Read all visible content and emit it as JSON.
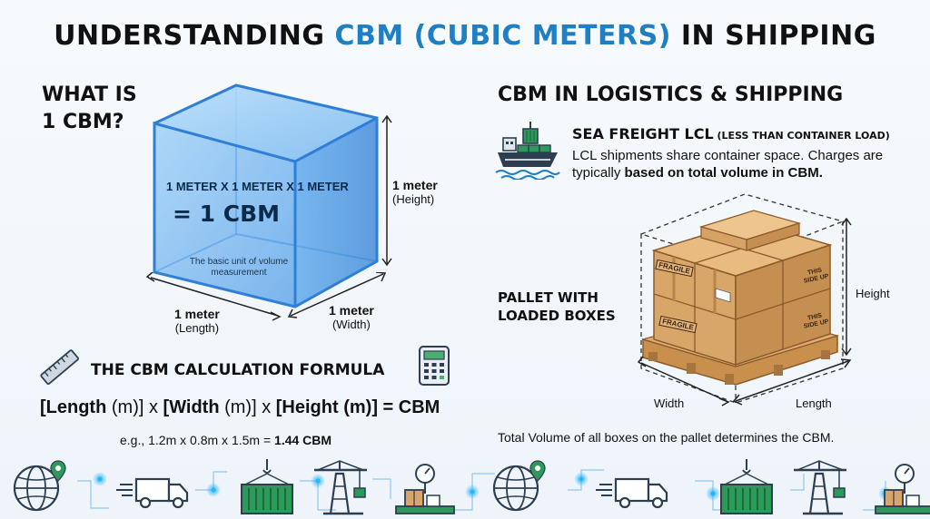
{
  "title": {
    "part1": "UNDERSTANDING ",
    "accent": "CBM (CUBIC METERS)",
    "part2": " IN SHIPPING"
  },
  "left": {
    "heading_line1": "WHAT IS",
    "heading_line2": "1 CBM?",
    "cube": {
      "dims_text": "1 METER X 1 METER X 1 METER",
      "equals_text": "= 1 CBM",
      "note": "The basic unit of volume measurement"
    },
    "height_label": "1 meter",
    "height_sub": "(Height)",
    "length_label": "1 meter",
    "length_sub": "(Length)",
    "width_label": "1 meter",
    "width_sub": "(Width)",
    "formula_title": "THE CBM CALCULATION FORMULA",
    "formula": {
      "p1": "[Length",
      "p2": " (m)] x ",
      "p3": "[Width",
      "p4": " (m)] x ",
      "p5": "[Height",
      "p6": " (m)] = CBM"
    },
    "example_prefix": "e.g., 1.2m x 0.8m x 1.5m = ",
    "example_result": "1.44 CBM"
  },
  "right": {
    "heading": "CBM IN LOGISTICS & SHIPPING",
    "sea_title": "SEA FREIGHT LCL",
    "sea_title_small": " (LESS THAN CONTAINER LOAD)",
    "sea_desc_plain": "LCL shipments share container space. Charges are typically ",
    "sea_desc_bold": "based on total volume in CBM.",
    "pallet_line1": "PALLET WITH",
    "pallet_line2": "LOADED BOXES",
    "height_label": "Height",
    "width_label": "Width",
    "length_label": "Length",
    "box_fragile1": "FRAGILE",
    "box_fragile2": "FRAGILE",
    "box_thisside1": "THIS SIDE UP",
    "box_thisside2": "THIS SIDE UP",
    "note": "Total Volume of all boxes on the pallet determines the CBM."
  },
  "colors": {
    "accent": "#1f7fc4",
    "cube_fill": "#6fb4f0",
    "cube_edge": "#2f7fd6",
    "icon_green": "#2e9a5a",
    "icon_dark": "#2c3e50",
    "glow": "#29b6f6",
    "box_tan": "#d9a66a",
    "pallet": "#c98f4c"
  },
  "footer_icons": [
    "globe-pin-icon",
    "delivery-truck-icon",
    "container-crane-hook-icon",
    "port-crane-icon",
    "scale-box-icon"
  ]
}
